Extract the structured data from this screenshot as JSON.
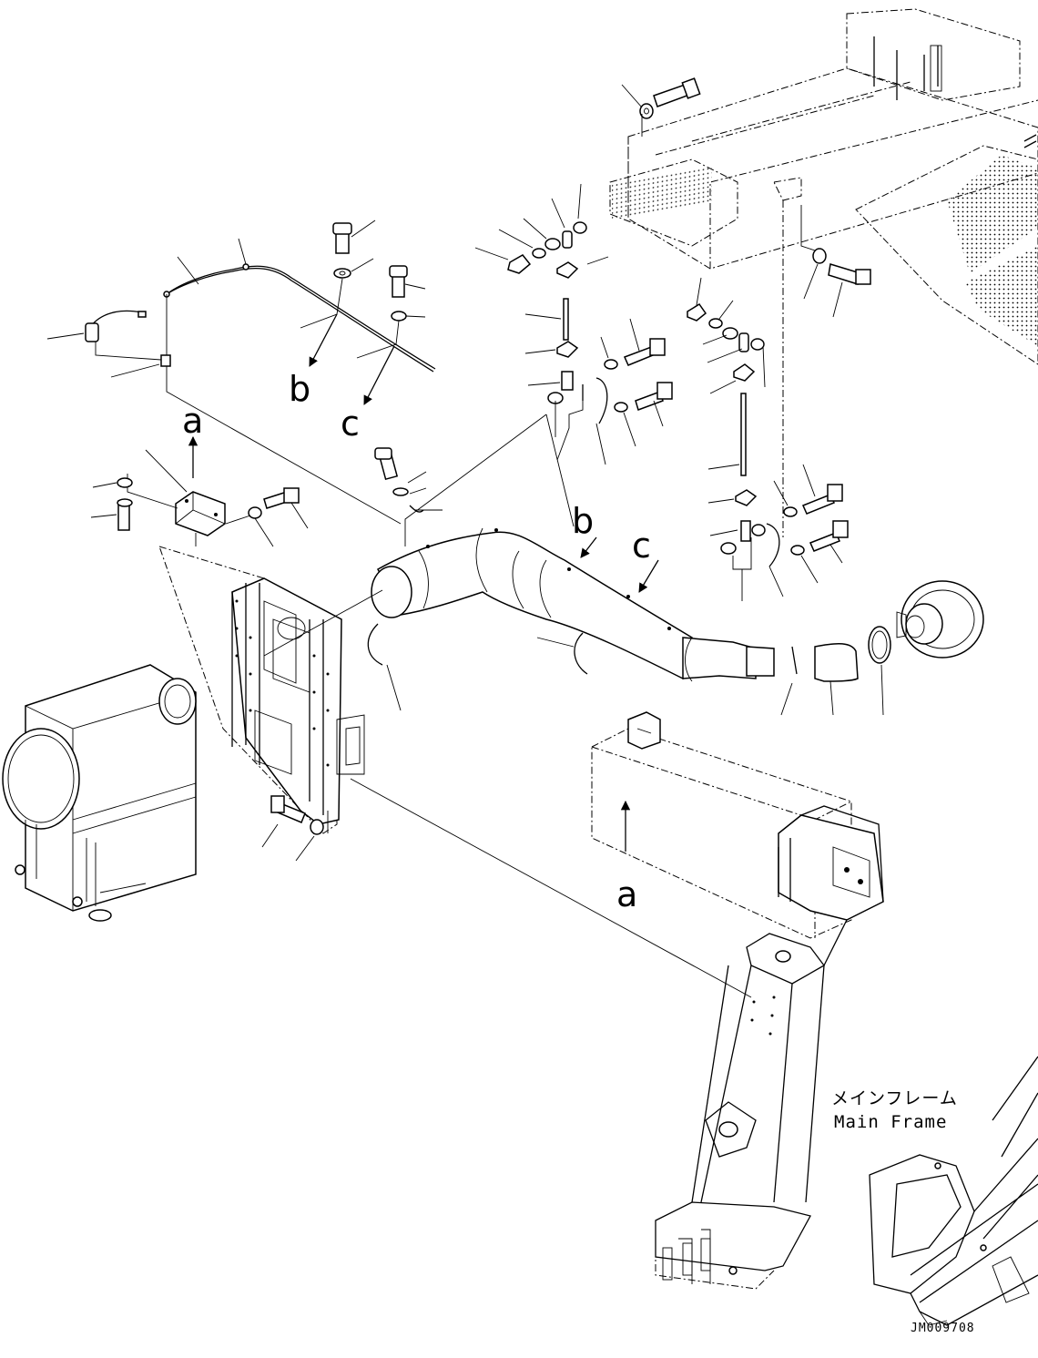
{
  "callouts": {
    "a_top": "a",
    "b_top": "b",
    "c_top": "c",
    "b_pipe": "b",
    "c_pipe": "c",
    "a_frame": "a"
  },
  "frame_label": {
    "japanese": "メインフレーム",
    "english": "Main Frame"
  },
  "drawing_code": "JM009708"
}
